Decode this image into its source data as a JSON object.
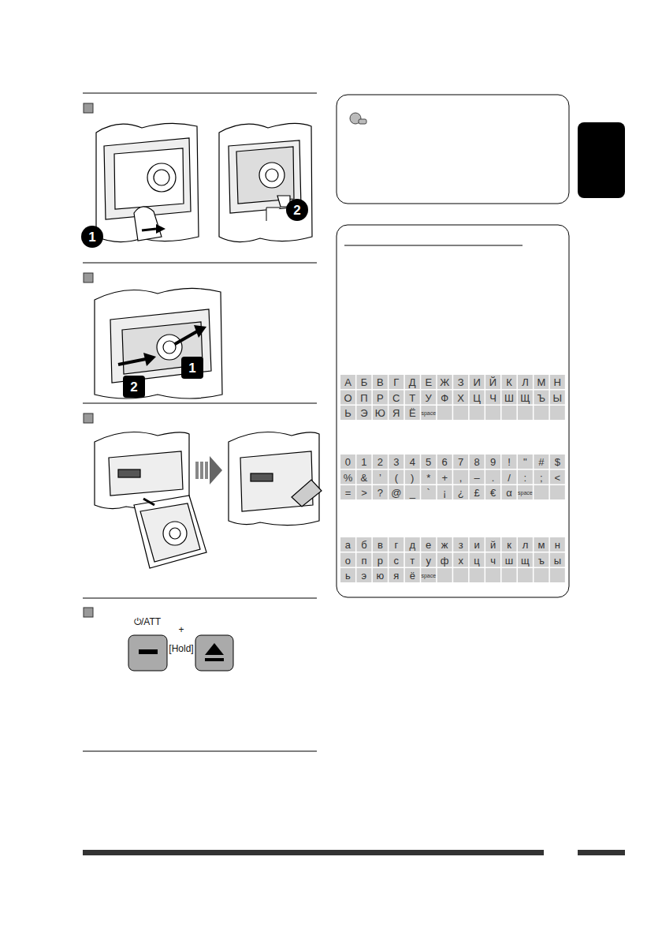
{
  "diagram": {
    "labels": [
      "1",
      "2",
      "1",
      "2",
      "⏻/ATT",
      "+",
      "[Hold]",
      "А",
      "Б",
      "В",
      "Г",
      "Д",
      "Е",
      "Ж",
      "З",
      "И",
      "Й",
      "К",
      "Л",
      "М",
      "Н",
      "О",
      "П",
      "Р",
      "С",
      "Т",
      "У",
      "Ф",
      "Х",
      "Ц",
      "Ч",
      "Ш",
      "Щ",
      "Ъ",
      "Ы",
      "Ь",
      "Э",
      "Ю",
      "Я",
      "Ё",
      "space",
      "0",
      "1",
      "2",
      "3",
      "4",
      "5",
      "6",
      "7",
      "8",
      "9",
      "!",
      "\"",
      "#",
      "$",
      "%",
      "&",
      "’",
      "(",
      ")",
      "*",
      "+",
      ",",
      "–",
      ".",
      "/",
      ":",
      ";",
      "<",
      "=",
      ">",
      "?",
      "@",
      "_",
      "`",
      "¡",
      "¿",
      "£",
      "€",
      "α",
      "space",
      "а",
      "б",
      "в",
      "г",
      "д",
      "е",
      "ж",
      "з",
      "и",
      "й",
      "к",
      "л",
      "м",
      "н",
      "о",
      "п",
      "р",
      "с",
      "т",
      "у",
      "ф",
      "х",
      "ц",
      "ч",
      "ш",
      "щ",
      "ъ",
      "ы",
      "ь",
      "э",
      "ю",
      "я",
      "ё",
      "space"
    ]
  }
}
